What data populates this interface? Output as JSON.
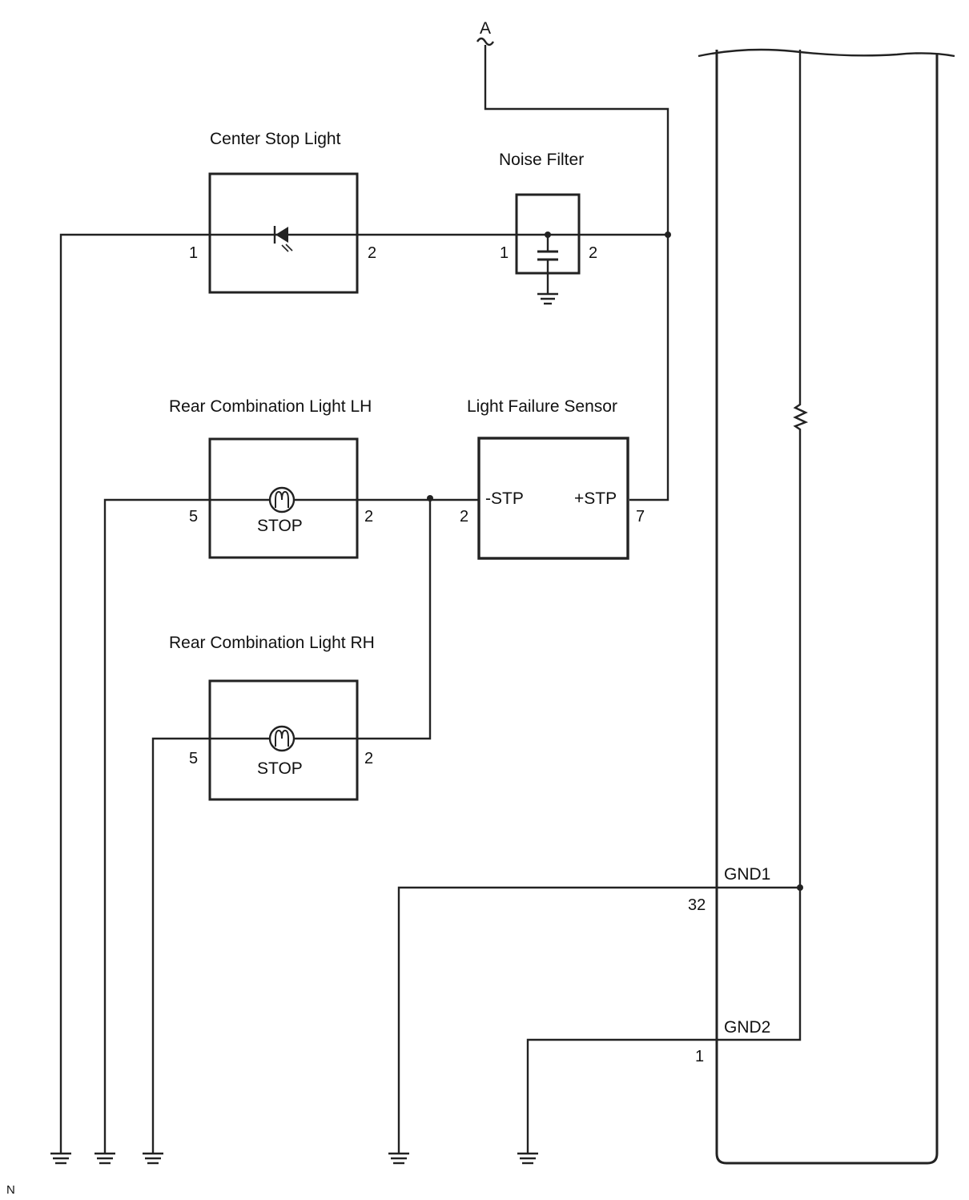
{
  "connector_label": "A",
  "components": {
    "center_stop_light": {
      "title": "Center Stop Light",
      "pin_left": "1",
      "pin_right": "2"
    },
    "noise_filter": {
      "title": "Noise Filter",
      "pin_left": "1",
      "pin_right": "2"
    },
    "rear_lh": {
      "title": "Rear Combination Light LH",
      "lamp_label": "STOP",
      "pin_left": "5",
      "pin_right": "2"
    },
    "rear_rh": {
      "title": "Rear Combination Light RH",
      "lamp_label": "STOP",
      "pin_left": "5",
      "pin_right": "2"
    },
    "light_failure_sensor": {
      "title": "Light Failure Sensor",
      "terminal_minus": "-STP",
      "terminal_plus": "+STP",
      "pin_left": "2",
      "pin_right": "7"
    }
  },
  "grounds": {
    "gnd1": {
      "label": "GND1",
      "pin": "32"
    },
    "gnd2": {
      "label": "GND2",
      "pin": "1"
    }
  },
  "corner_mark": "N",
  "icons": [
    "led-icon",
    "capacitor-icon",
    "bulb-icon",
    "resistor-icon",
    "ground-icon",
    "break-mark-icon"
  ]
}
